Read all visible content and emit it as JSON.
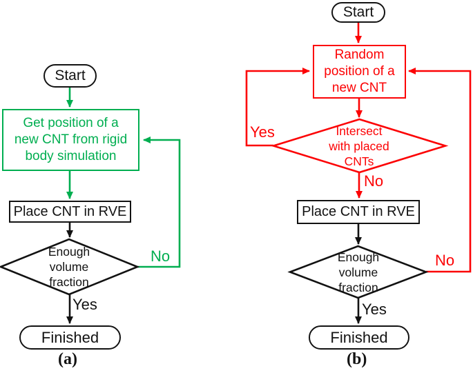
{
  "colors": {
    "green": "#00AE50",
    "red": "#FC0204",
    "ink": "#121212"
  },
  "panel_a": {
    "caption": "(a)",
    "start_label": "Start",
    "process": {
      "lines": [
        "Get position of a",
        "new CNT from rigid",
        "body simulation"
      ]
    },
    "place_label": "Place CNT in RVE",
    "decision": {
      "lines": [
        "Enough",
        "volume",
        "fraction"
      ]
    },
    "no_label": "No",
    "yes_label": "Yes",
    "finished_label": "Finished"
  },
  "panel_b": {
    "caption": "(b)",
    "start_label": "Start",
    "process": {
      "lines": [
        "Random",
        "position of a",
        "new CNT"
      ]
    },
    "decision_intersect": {
      "lines": [
        "Intersect",
        "with placed",
        "CNTs"
      ]
    },
    "yes_feedback_label": "Yes",
    "no_label": "No",
    "place_label": "Place CNT in RVE",
    "decision_volume": {
      "lines": [
        "Enough",
        "volume",
        "fraction"
      ]
    },
    "no_feedback_label": "No",
    "yes_label": "Yes",
    "finished_label": "Finished"
  }
}
